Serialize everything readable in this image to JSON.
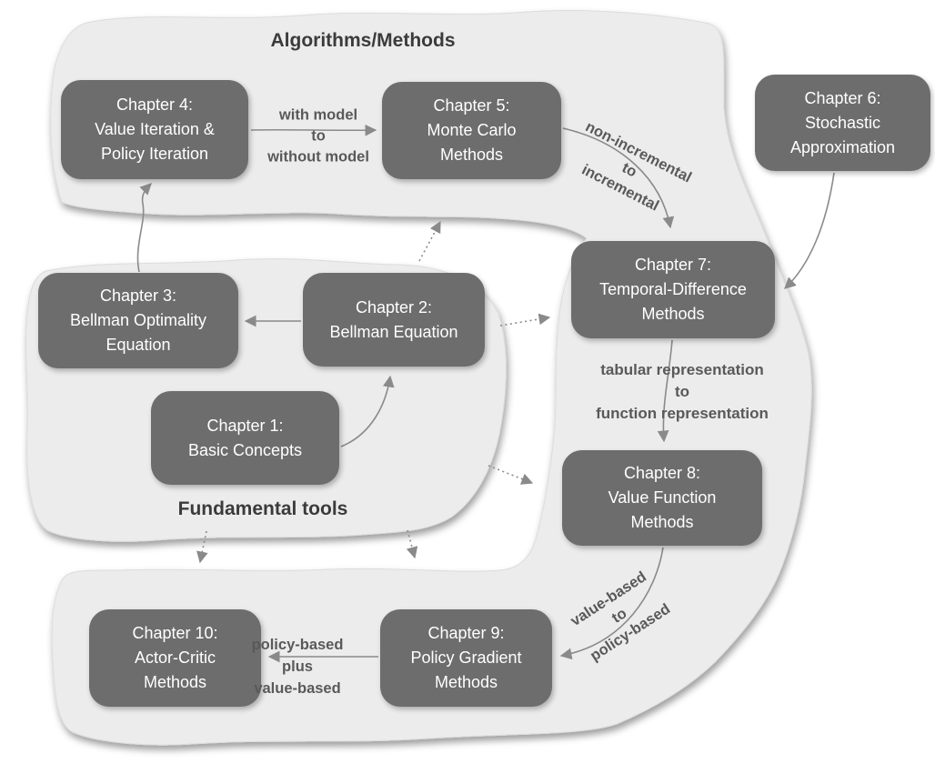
{
  "title_labels": {
    "algorithms": "Algorithms/Methods",
    "fundamental": "Fundamental tools"
  },
  "boxes": {
    "ch1": {
      "lines": [
        "Chapter 1:",
        "Basic Concepts"
      ]
    },
    "ch2": {
      "lines": [
        "Chapter 2:",
        "Bellman Equation"
      ]
    },
    "ch3": {
      "lines": [
        "Chapter 3:",
        "Bellman Optimality",
        "Equation"
      ]
    },
    "ch4": {
      "lines": [
        "Chapter 4:",
        "Value Iteration &",
        "Policy Iteration"
      ]
    },
    "ch5": {
      "lines": [
        "Chapter 5:",
        "Monte Carlo",
        "Methods"
      ]
    },
    "ch6": {
      "lines": [
        "Chapter 6:",
        "Stochastic",
        "Approximation"
      ]
    },
    "ch7": {
      "lines": [
        "Chapter 7:",
        "Temporal-Difference",
        "Methods"
      ]
    },
    "ch8": {
      "lines": [
        "Chapter 8:",
        "Value Function",
        "Methods"
      ]
    },
    "ch9": {
      "lines": [
        "Chapter 9:",
        "Policy Gradient",
        "Methods"
      ]
    },
    "ch10": {
      "lines": [
        "Chapter 10:",
        "Actor-Critic",
        "Methods"
      ]
    }
  },
  "edge_labels": {
    "with_model": {
      "lines": [
        "with model",
        "to",
        "without model"
      ]
    },
    "non_incremental": {
      "lines": [
        "non-incremental",
        "to",
        "incremental"
      ]
    },
    "tabular": {
      "lines": [
        "tabular representation",
        "to",
        "function representation"
      ]
    },
    "value_based": {
      "lines": [
        "value-based",
        "to",
        "policy-based"
      ]
    },
    "policy_plus": {
      "lines": [
        "policy-based",
        "plus",
        "value-based"
      ]
    }
  },
  "colors": {
    "box_fill": "#6d6d6d",
    "box_text": "#ffffff",
    "blob_fill": "#ececec",
    "arrow": "#8a8a8a",
    "edge_label_text": "#595959",
    "title_text": "#3b3b3b"
  }
}
